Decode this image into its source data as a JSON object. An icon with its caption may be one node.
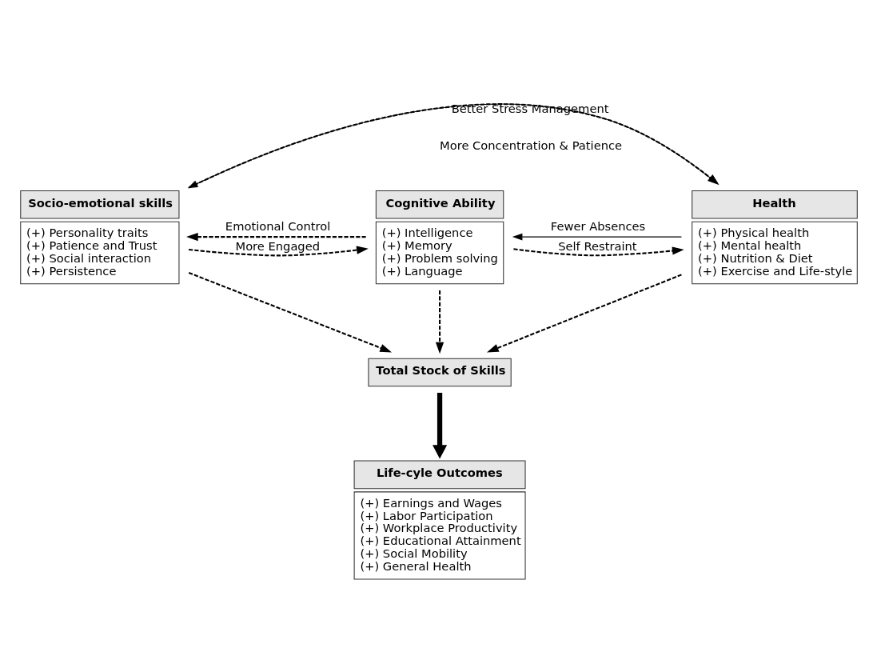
{
  "diagram": {
    "nodes": [
      {
        "text": [
          "Socio-emotional skills",
          "(+) Personality traits",
          "(+) Patience and Trust",
          "(+) Social interaction",
          "(+) Persistence"
        ]
      },
      {
        "text": [
          "Cognitive Ability",
          "(+) Intelligence",
          "(+) Memory",
          "(+) Problem solving",
          "(+) Language"
        ]
      },
      {
        "text": [
          "Health",
          "(+) Physical health",
          "(+) Mental health",
          "(+) Nutrition & Diet",
          "(+) Exercise and Life-style"
        ]
      },
      {
        "text": [
          "Total Stock of Skills"
        ]
      },
      {
        "text": [
          "Life-cyle Outcomes",
          "(+) Earnings and Wages",
          "(+) Labor Participation",
          "(+) Workplace Productivity",
          "(+) Educational Attainment",
          "(+) Social Mobility",
          "(+) General Health"
        ]
      }
    ],
    "edges": [
      {
        "from": 0,
        "to": 2,
        "arrow": "to",
        "label": "Better Stress Management",
        "style": "dashed"
      },
      {
        "from": 2,
        "to": 0,
        "arrow": "to",
        "label": "More Concentration & Patience"
      },
      {
        "from": 0,
        "to": 1,
        "arrow": "to",
        "label": "More Engaged",
        "style": "dashed"
      },
      {
        "from": 1,
        "to": 0,
        "arrow": "to",
        "label": "Emotional Control",
        "style": "dashed"
      },
      {
        "from": 2,
        "to": 1,
        "arrow": "to",
        "label": "Fewer Absences"
      },
      {
        "from": 1,
        "to": 2,
        "arrow": "to",
        "label": "Self Restraint",
        "style": "dashed"
      },
      {
        "from": 0,
        "to": 3,
        "arrow": "to",
        "style": "dashed"
      },
      {
        "from": 1,
        "to": 3,
        "arrow": "to",
        "style": "dashed"
      },
      {
        "from": 2,
        "to": 3,
        "arrow": "to",
        "style": "dashed"
      },
      {
        "from": 3,
        "to": 4,
        "arrow": "to",
        "style": "thick"
      }
    ]
  }
}
